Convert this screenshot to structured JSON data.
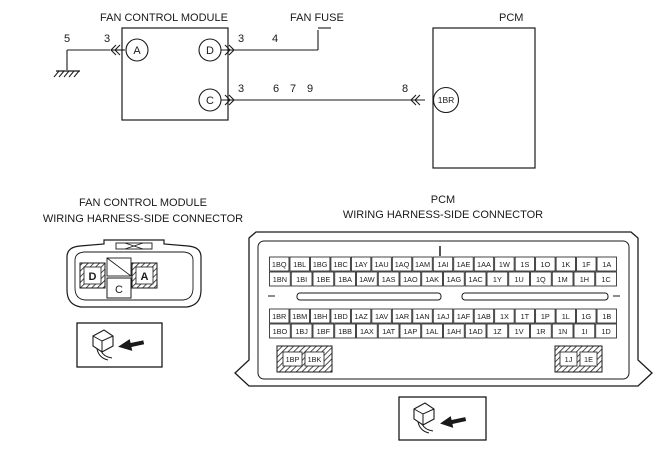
{
  "schematic": {
    "fcm_title": "FAN CONTROL MODULE",
    "fan_fuse_label": "FAN FUSE",
    "pcm_title": "PCM",
    "ground_wire_num": "5",
    "term_A": "A",
    "term_D": "D",
    "term_C": "C",
    "pin_A": "3",
    "pin_D": "3",
    "pin_C": "3",
    "wire_D": "4",
    "wire_C": [
      "6",
      "7",
      "9"
    ],
    "pcm_wire_num": "8",
    "pcm_term": "1BR"
  },
  "fcm_connector": {
    "title_line1": "FAN CONTROL MODULE",
    "title_line2": "WIRING HARNESS-SIDE CONNECTOR",
    "term_D": "D",
    "term_A": "A",
    "term_C": "C"
  },
  "pcm_connector": {
    "title_line1": "PCM",
    "title_line2": "WIRING HARNESS-SIDE CONNECTOR",
    "rows": [
      [
        "1BQ",
        "1BL",
        "1BG",
        "1BC",
        "1AY",
        "1AU",
        "1AQ",
        "1AM",
        "1AI",
        "1AE",
        "1AA",
        "1W",
        "1S",
        "1O",
        "1K",
        "1F",
        "1A"
      ],
      [
        "1BN",
        "1BI",
        "1BE",
        "1BA",
        "1AW",
        "1AS",
        "1AO",
        "1AK",
        "1AG",
        "1AC",
        "1Y",
        "1U",
        "1Q",
        "1M",
        "1H",
        "1C"
      ],
      [
        "1BR",
        "1BM",
        "1BH",
        "1BD",
        "1AZ",
        "1AV",
        "1AR",
        "1AN",
        "1AJ",
        "1AF",
        "1AB",
        "1X",
        "1T",
        "1P",
        "1L",
        "1G",
        "1B"
      ],
      [
        "1BO",
        "1BJ",
        "1BF",
        "1BB",
        "1AX",
        "1AT",
        "1AP",
        "1AL",
        "1AH",
        "1AD",
        "1Z",
        "1V",
        "1R",
        "1N",
        "1I",
        "1D"
      ]
    ],
    "left_block": [
      "1BP",
      "1BK"
    ],
    "right_block": [
      "1J",
      "1E"
    ]
  }
}
